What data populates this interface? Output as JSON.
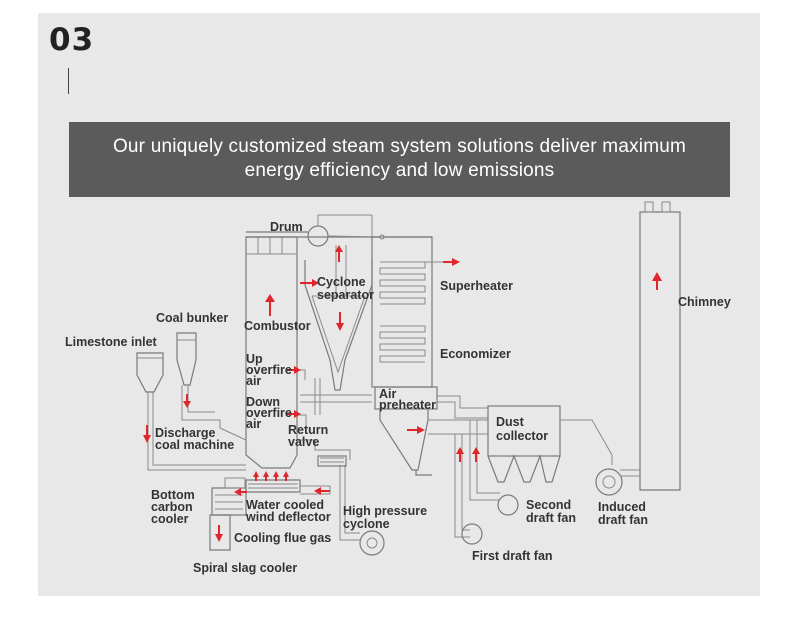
{
  "step_number": "03",
  "banner": {
    "line1": "Our uniquely customized steam system solutions deliver maximum",
    "line2": "energy efficiency and low emissions"
  },
  "labels": {
    "drum": "Drum",
    "superheater": "Superheater",
    "chimney": "Chimney",
    "coal_bunker": "Coal bunker",
    "cyclone_separator_1": "Cyclone",
    "cyclone_separator_2": "separator",
    "combustor": "Combustor",
    "limestone_inlet": "Limestone inlet",
    "economizer": "Economizer",
    "up_overfire_1": "Up",
    "up_overfire_2": "overfire",
    "up_overfire_3": "air",
    "air_preheater_1": "Air",
    "air_preheater_2": "preheater",
    "down_overfire_1": "Down",
    "down_overfire_2": "overfire",
    "down_overfire_3": "air",
    "dust_collector_1": "Dust",
    "dust_collector_2": "collector",
    "discharge_coal_1": "Discharge",
    "discharge_coal_2": "coal machine",
    "return_valve_1": "Return",
    "return_valve_2": "valve",
    "bottom_carbon_1": "Bottom",
    "bottom_carbon_2": "carbon",
    "bottom_carbon_3": "cooler",
    "water_cooled_1": "Water cooled",
    "water_cooled_2": "wind deflector",
    "high_pressure_1": "High pressure",
    "high_pressure_2": "cyclone",
    "second_draft_1": "Second",
    "second_draft_2": "draft fan",
    "induced_draft_1": "Induced",
    "induced_draft_2": "draft fan",
    "cooling_flue_gas": "Cooling flue gas",
    "first_draft_fan": "First draft fan",
    "spiral_slag_cooler": "Spiral slag cooler"
  },
  "colors": {
    "background": "#e8e8e8",
    "banner": "#5b5b5b",
    "arrow": "#e0262b",
    "line": "#7a7a7a"
  }
}
